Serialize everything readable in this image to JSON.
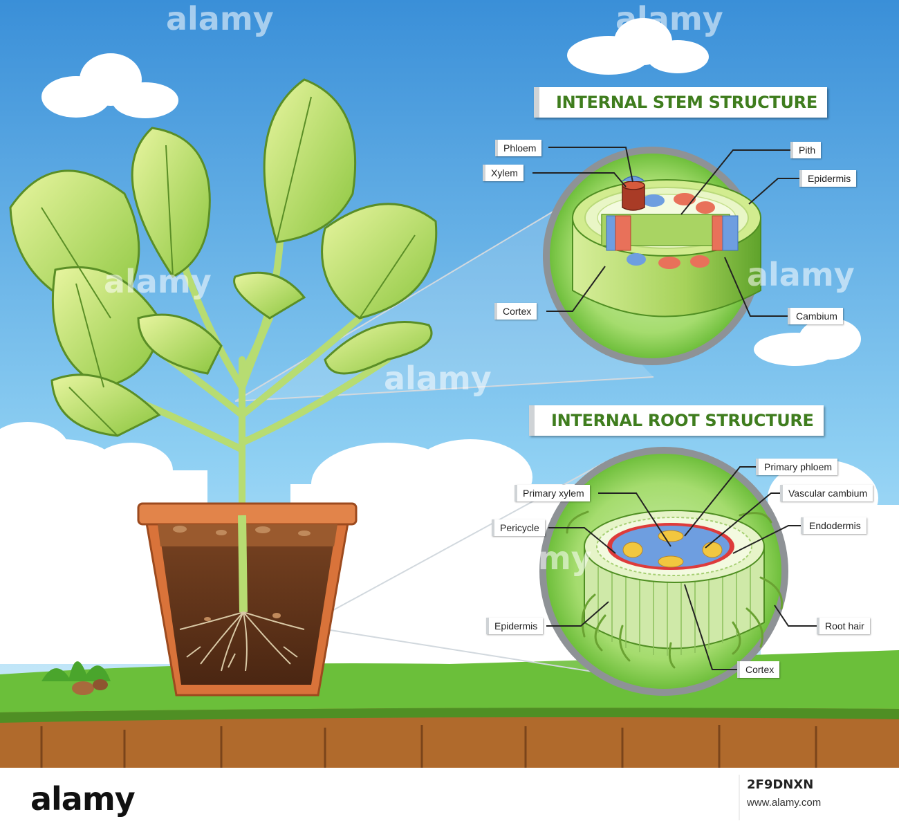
{
  "stem": {
    "title": "INTERNAL STEM STRUCTURE",
    "labels": {
      "phloem": "Phloem",
      "xylem": "Xylem",
      "pith": "Pith",
      "epidermis": "Epidermis",
      "cortex": "Cortex",
      "cambium": "Cambium"
    }
  },
  "root": {
    "title": "INTERNAL ROOT STRUCTURE",
    "labels": {
      "primary_phloem": "Primary phloem",
      "primary_xylem": "Primary xylem",
      "vascular_cambium": "Vascular cambium",
      "pericycle": "Pericycle",
      "endodermis": "Endodermis",
      "epidermis": "Epidermis",
      "root_hair": "Root hair",
      "cortex": "Cortex"
    }
  },
  "watermark": {
    "text": "alamy",
    "image_id": "2F9DNXN",
    "url": "www.alamy.com"
  },
  "colors": {
    "sky_top": "#3a8fd8",
    "sky_bottom": "#d9f0fb",
    "grass": "#6bbf3a",
    "soil": "#8a4a22",
    "lens_green": "#8fd14f",
    "title_green": "#3f7d1e",
    "xylem_red": "#e8715a",
    "phloem_blue": "#6e9ee0"
  }
}
